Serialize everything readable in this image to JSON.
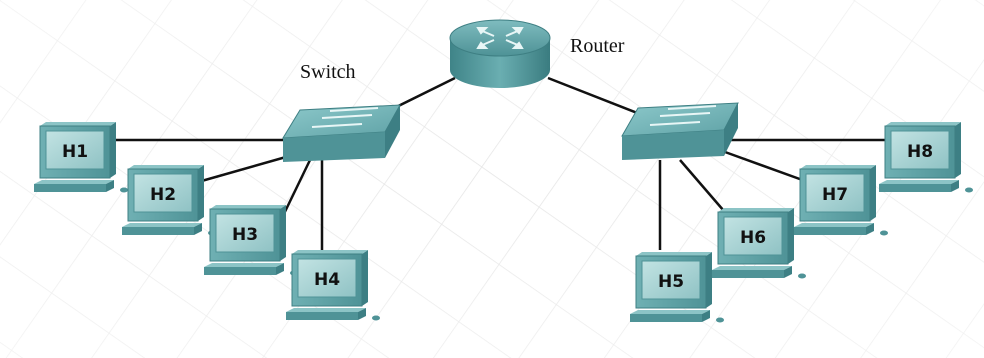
{
  "router": {
    "label": "Router"
  },
  "switch_left": {
    "label": "Switch"
  },
  "hosts": [
    {
      "label": "H1"
    },
    {
      "label": "H2"
    },
    {
      "label": "H3"
    },
    {
      "label": "H4"
    },
    {
      "label": "H5"
    },
    {
      "label": "H6"
    },
    {
      "label": "H7"
    },
    {
      "label": "H8"
    }
  ],
  "colors": {
    "device_teal": "#5b9fa3",
    "device_dark": "#3d7f84",
    "device_light": "#8cc4c6",
    "screen": "#a9d2d3",
    "link": "#111111",
    "grid": "#e6e6e6"
  }
}
